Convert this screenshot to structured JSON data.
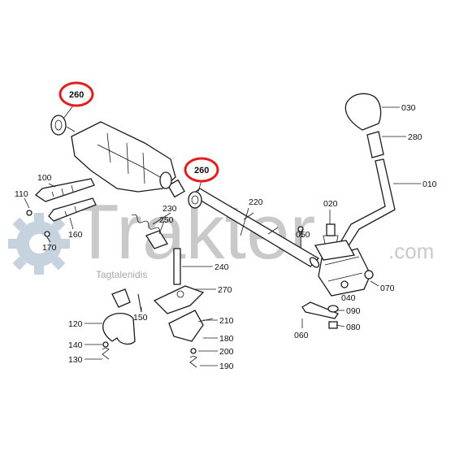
{
  "watermark": {
    "brand": "Trakter",
    "domain": ".com",
    "tagline": "Tagtalenidis",
    "gear_color": "#c7d2df",
    "text_color": "#c9c9c9"
  },
  "highlight": {
    "circle_color": "#e02020",
    "labels": [
      "260",
      "260"
    ]
  },
  "labels": {
    "p010": "010",
    "p020": "020",
    "p030": "030",
    "p040": "040",
    "p050": "050",
    "p060": "060",
    "p070": "070",
    "p080": "080",
    "p090": "090",
    "p100": "100",
    "p110": "110",
    "p120": "120",
    "p130": "130",
    "p140": "140",
    "p150": "150",
    "p160": "160",
    "p170": "170",
    "p180": "180",
    "p190": "190",
    "p200": "200",
    "p210": "210",
    "p220": "220",
    "p230": "230",
    "p240": "240",
    "p250": "250",
    "p270": "270",
    "p280": "280"
  }
}
